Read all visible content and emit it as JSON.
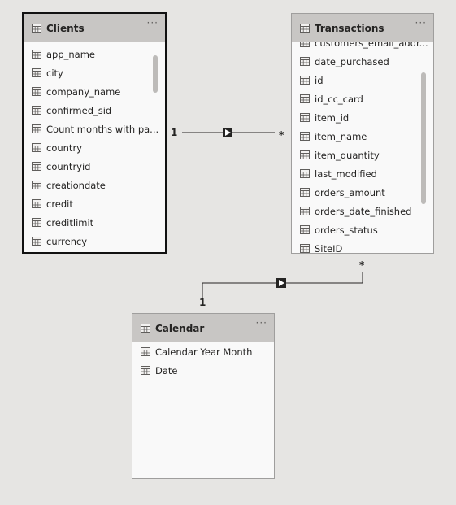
{
  "tables": {
    "clients": {
      "title": "Clients",
      "fields": [
        "app_name",
        "city",
        "company_name",
        "confirmed_sid",
        "Count months with pa...",
        "country",
        "countryid",
        "creationdate",
        "credit",
        "creditlimit",
        "currency"
      ]
    },
    "transactions": {
      "title": "Transactions",
      "fields": [
        "customers_email_addr...",
        "date_purchased",
        "id",
        "id_cc_card",
        "item_id",
        "item_name",
        "item_quantity",
        "last_modified",
        "orders_amount",
        "orders_date_finished",
        "orders_status",
        "SiteID"
      ]
    },
    "calendar": {
      "title": "Calendar",
      "fields": [
        "Calendar Year Month",
        "Date"
      ]
    }
  },
  "relationships": {
    "clients_transactions": {
      "from_cardinality": "1",
      "to_cardinality": "*"
    },
    "calendar_transactions": {
      "from_cardinality": "1",
      "to_cardinality": "*"
    }
  },
  "ui": {
    "more_glyph": "···",
    "colors": {
      "canvas": "#e6e5e3",
      "card": "#f9f9f9",
      "header": "#c8c6c4",
      "selected_border": "#111111",
      "line": "#252423"
    },
    "icons": {
      "field": "table-field-icon",
      "table": "table-icon",
      "more": "more-options-icon",
      "filter_direction": "filter-direction-arrow-icon"
    }
  }
}
